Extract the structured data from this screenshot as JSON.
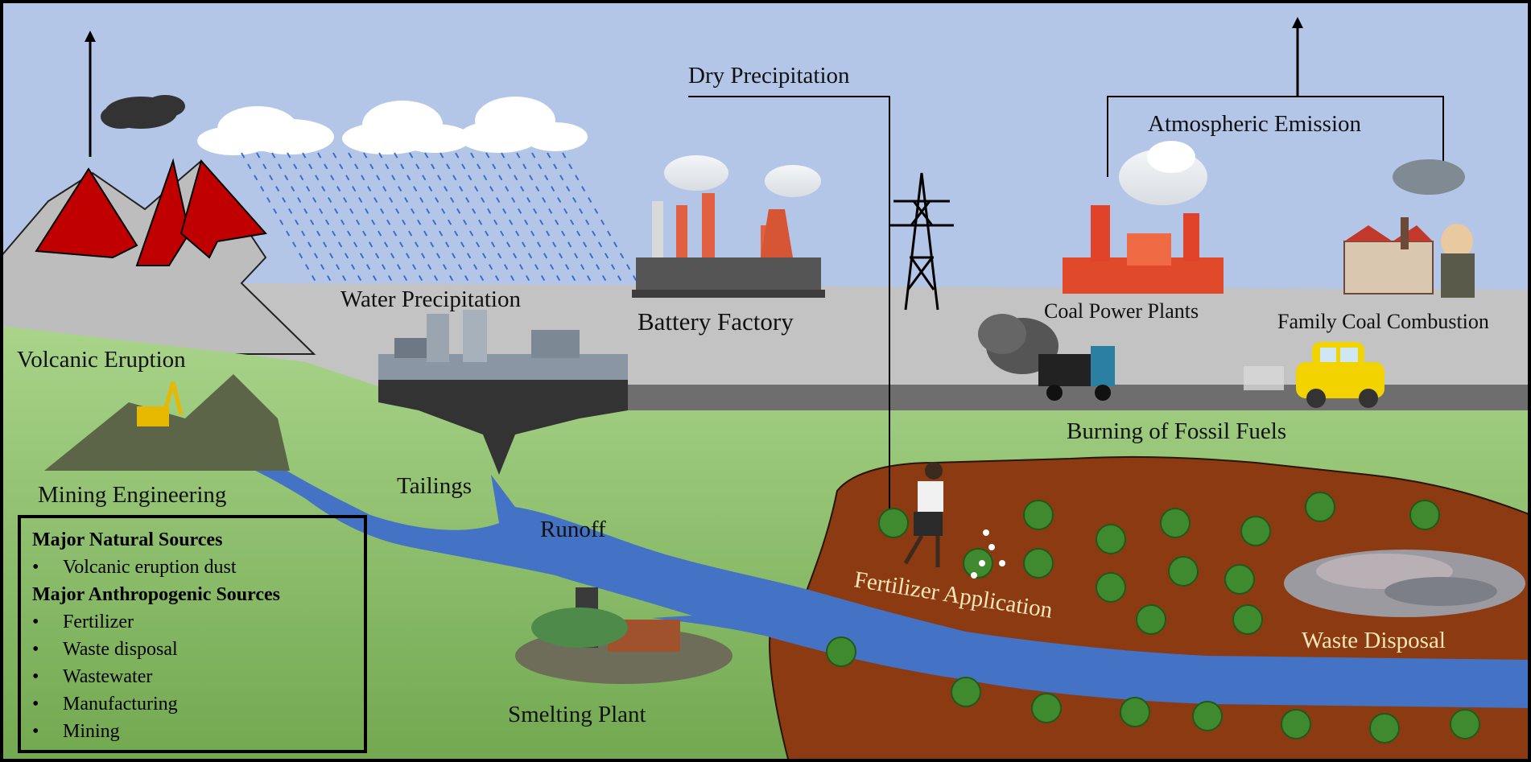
{
  "labels": {
    "dry_precipitation": "Dry Precipitation",
    "atmospheric_emission": "Atmospheric Emission",
    "water_precipitation": "Water Precipitation",
    "battery_factory": "Battery Factory",
    "coal_power_plants": "Coal Power Plants",
    "family_coal_combustion": "Family Coal Combustion",
    "volcanic_eruption": "Volcanic Eruption",
    "mining_engineering": "Mining Engineering",
    "burning_of_fossil_fuels": "Burning of Fossil Fuels",
    "tailings": "Tailings",
    "runoff": "Runoff",
    "fertilizer_application": "Fertilizer Application",
    "waste_disposal": "Waste Disposal",
    "smelting_plant": "Smelting Plant"
  },
  "legend": {
    "natural_heading": "Major Natural Sources",
    "natural_items": [
      "Volcanic eruption dust"
    ],
    "anthropogenic_heading": "Major Anthropogenic Sources",
    "anthropogenic_items": [
      "Fertilizer",
      "Waste disposal",
      "Wastewater",
      "Manufacturing",
      "Mining"
    ],
    "bullet": "•"
  },
  "colors": {
    "sky": "#b4c6e7",
    "ground_gray": "#c3c3c3",
    "road": "#7a7a7a",
    "grass": "#8fc46c",
    "river": "#4472c4",
    "soil": "#8b3a12",
    "volcano_red": "#c00000",
    "label_light": "#fbe7b8"
  }
}
